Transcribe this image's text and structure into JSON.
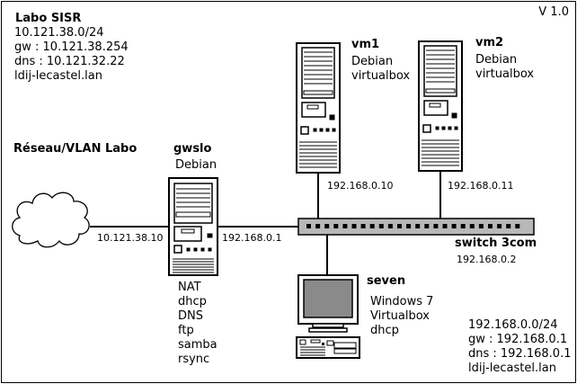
{
  "version": "V 1.0",
  "labo": {
    "title": "Labo SISR",
    "lines": [
      "10.121.38.0/24",
      "gw : 10.121.38.254",
      "dns : 10.121.32.22",
      "ldij-lecastel.lan"
    ]
  },
  "network_label": "Réseau/VLAN Labo",
  "gwslo": {
    "name": "gwslo",
    "os": "Debian",
    "wan_ip": "10.121.38.10",
    "lan_ip": "192.168.0.1",
    "services": [
      "NAT",
      "dhcp",
      "DNS",
      "ftp",
      "samba",
      "rsync"
    ]
  },
  "vm1": {
    "name": "vm1",
    "lines": [
      "Debian",
      "virtualbox"
    ],
    "ip": "192.168.0.10"
  },
  "vm2": {
    "name": "vm2",
    "lines": [
      "Debian",
      "virtualbox"
    ],
    "ip": "192.168.0.11"
  },
  "switch": {
    "name": "switch 3com",
    "ip": "192.168.0.2"
  },
  "seven": {
    "name": "seven",
    "lines": [
      "Windows 7",
      "Virtualbox",
      "dhcp"
    ]
  },
  "lan": {
    "lines": [
      "192.168.0.0/24",
      "gw : 192.168.0.1",
      "dns : 192.168.0.1",
      "ldij-lecastel.lan"
    ]
  }
}
